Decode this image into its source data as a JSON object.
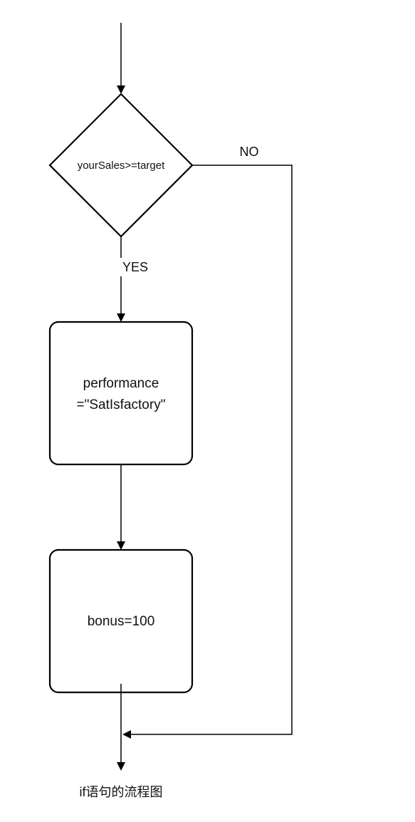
{
  "flowchart": {
    "decision": {
      "text": "yourSales>=target"
    },
    "edges": {
      "yes_label": "YES",
      "no_label": "NO"
    },
    "process_performance": {
      "line1": "performance",
      "line2": "=\"SatIsfactory\""
    },
    "process_bonus": {
      "text": "bonus=100"
    },
    "caption": "if语句的流程图"
  },
  "colors": {
    "stroke": "#000000",
    "text": "#111111",
    "background": "#ffffff"
  }
}
